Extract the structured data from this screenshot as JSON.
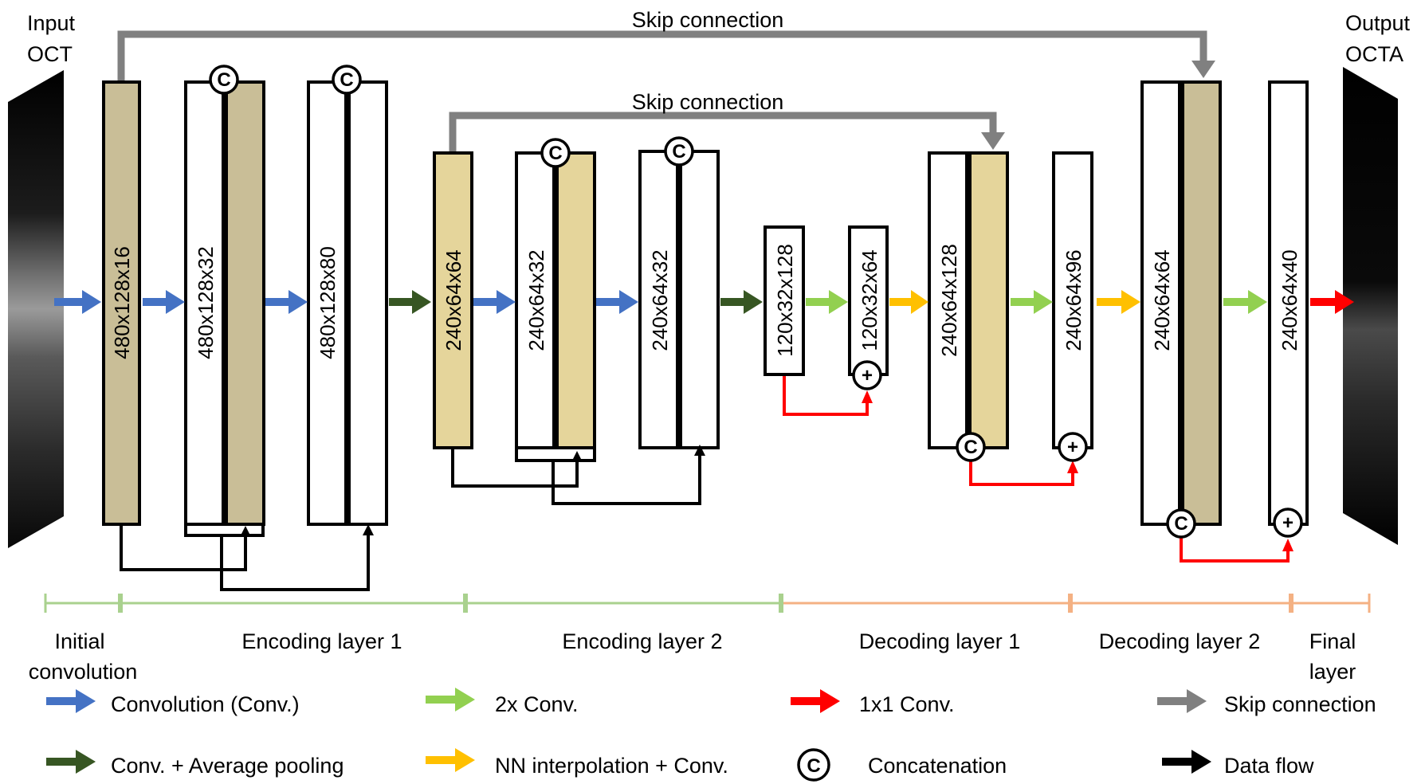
{
  "labels": {
    "input": [
      "Input",
      "OCT"
    ],
    "output": [
      "Output",
      "OCTA"
    ],
    "skip_top": "Skip connection",
    "skip_mid": "Skip connection"
  },
  "blocks": {
    "b1": "480x128x16",
    "b2": "480x128x32",
    "b3": "480x128x80",
    "b4": "240x64x64",
    "b5": "240x64x32",
    "b6": "240x64x32",
    "b7": "120x32x128",
    "b8": "120x32x64",
    "b9": "240x64x128",
    "b10": "240x64x96",
    "b11": "240x64x64",
    "b12": "240x64x40"
  },
  "symbols": {
    "concat": "C",
    "add": "+"
  },
  "segments": {
    "initial": [
      "Initial",
      "convolution"
    ],
    "enc1": "Encoding layer 1",
    "enc2": "Encoding layer 2",
    "dec1": "Decoding layer 1",
    "dec2": "Decoding layer 2",
    "final": [
      "Final",
      "layer"
    ]
  },
  "legend": {
    "conv": "Convolution (Conv.)",
    "conv_pool": "Conv. + Average pooling",
    "conv2x": "2x Conv.",
    "nn_interp": "NN interpolation + Conv.",
    "conv1x1": "1x1 Conv.",
    "concat": "Concatenation",
    "skip": "Skip connection",
    "flow": "Data flow"
  },
  "colors": {
    "conv": "#4472C4",
    "conv_pool": "#375623",
    "conv2x": "#92D050",
    "nn_interp": "#FFC000",
    "conv1x1": "#FF0000",
    "skip": "#808080",
    "flow": "#000000",
    "block_dark": "#C9BE97",
    "block_light": "#E5D59B",
    "encoder_line": "#A9D18E",
    "decoder_line": "#F4B183"
  }
}
